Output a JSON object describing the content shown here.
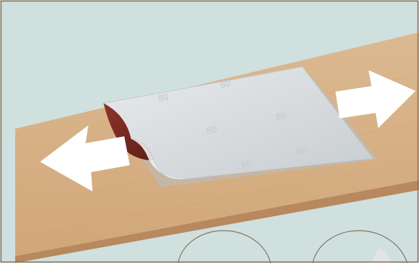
{
  "scene": {
    "colors": {
      "background": "#cfe0de",
      "frame_border": "#8b6f55",
      "board_top": "#d8b38b",
      "board_front": "#b8885e",
      "board_shadow": "#a67a51",
      "sheet_back": "#dde1e3",
      "sheet_shadow": "#b9bec2",
      "sheet_abrasive": "#7a2b22",
      "arrow_fill": "#ffffff",
      "callout_stroke": "#8b6f55"
    },
    "icons": {
      "left_arrow": "double-headed-arrow-left",
      "right_arrow": "double-headed-arrow-right",
      "sheet": "sandpaper-sheet",
      "board": "wooden-board"
    },
    "sheet_back_markings": [
      "80",
      "80",
      "80",
      "80",
      "80",
      "80"
    ]
  }
}
